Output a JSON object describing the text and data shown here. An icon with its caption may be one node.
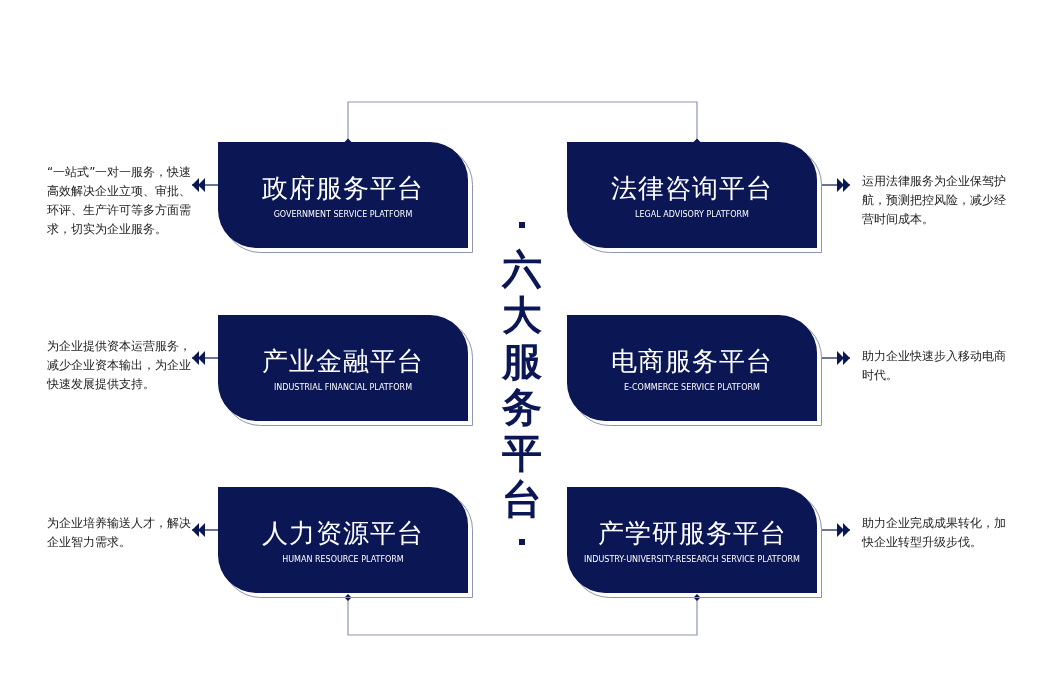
{
  "diagram": {
    "title": "六大服务平台",
    "nodes": [
      {
        "text": [
          "“一站式”一对一服务，快速高效解决企业立项、审批、环评、生产许可等多方面需求，切实为企业服务。"
        ]
      },
      {
        "text": [
          "政府服务平台",
          "GOVERNMENT SERVICE PLATFORM"
        ]
      },
      {
        "text": [
          "法律咨询平台",
          "LEGAL ADVISORY PLATFORM"
        ]
      },
      {
        "text": [
          "运用法律服务为企业保驾护航，预测把控风险，减少经营时间成本。"
        ]
      },
      {
        "text": [
          "为企业提供资本运营服务，减少企业资本输出，为企业快速发展提供支持。"
        ]
      },
      {
        "text": [
          "产业金融平台",
          "INDUSTRIAL FINANCIAL PLATFORM"
        ]
      },
      {
        "text": [
          "电商服务平台",
          "E-COMMERCE SERVICE PLATFORM"
        ]
      },
      {
        "text": [
          "助力企业快速步入移动电商时代。"
        ]
      },
      {
        "text": [
          "为企业培养输送人才，解决企业智力需求。"
        ]
      },
      {
        "text": [
          "人力资源平台",
          "HUMAN RESOURCE PLATFORM"
        ]
      },
      {
        "text": [
          "产学研服务平台",
          "INDUSTRY-UNIVERSITY-RESEARCH SERVICE PLATFORM"
        ]
      },
      {
        "text": [
          "助力企业完成成果转化，加快企业转型升级步伐。"
        ]
      }
    ],
    "edges": [
      {
        "from": 1,
        "to": 0,
        "arrow": "to"
      },
      {
        "from": 1,
        "to": 2,
        "arrow": "other",
        "color": "#8f95ad"
      },
      {
        "from": 2,
        "to": 3,
        "arrow": "to"
      },
      {
        "from": 5,
        "to": 4,
        "arrow": "to"
      },
      {
        "from": 6,
        "to": 7,
        "arrow": "to"
      },
      {
        "from": 9,
        "to": 8,
        "arrow": "to"
      },
      {
        "from": 9,
        "to": 10,
        "arrow": "other",
        "color": "#8f95ad"
      },
      {
        "from": 10,
        "to": 11,
        "arrow": "to"
      }
    ]
  }
}
